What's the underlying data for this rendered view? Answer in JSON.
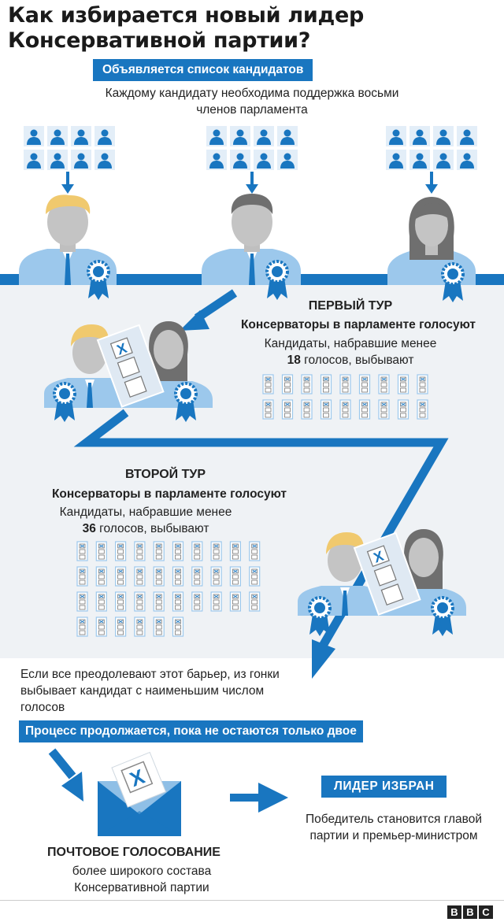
{
  "title": "Как избирается новый лидер Консервативной партии?",
  "step1": {
    "banner": "Объявляется список кандидатов",
    "note": "Каждому кандидату необходима поддержка восьми членов парламента",
    "supporters_per_candidate": 8,
    "candidates": 3
  },
  "round1": {
    "heading": "ПЕРВЫЙ ТУР",
    "subheading": "Консерваторы в парламенте голосуют",
    "text_before": "Кандидаты, набравшие менее",
    "threshold": "18",
    "text_after": "голосов, выбывают",
    "ballots": 18,
    "ballot_mark": "X"
  },
  "round2": {
    "heading": "ВТОРОЙ ТУР",
    "subheading": "Консерваторы в парламенте голосуют",
    "text_before": "Кандидаты, набравшие менее",
    "threshold": "36",
    "text_after": "голосов, выбывают",
    "ballots": 36,
    "ballot_mark": "X"
  },
  "barrier_note": "Если все преодолевают этот барьер, из гонки выбывает кандидат с наименьшим числом голосов",
  "process_banner": "Процесс продолжается, пока не остаются только двое",
  "postal": {
    "heading": "ПОЧТОВОЕ ГОЛОСОВАНИЕ",
    "text": "более широкого состава Консервативной партии",
    "ballot_mark": "X"
  },
  "leader": {
    "banner": "ЛИДЕР ИЗБРАН",
    "text": "Победитель становится главой партии и премьер-министром"
  },
  "logo": "BBC",
  "colors": {
    "blue": "#1976c0",
    "light_blue": "#8fbfe6",
    "suit": "#9cc8ec",
    "grey_bg": "#eff2f5",
    "face": "#bfbfbf",
    "dark_hair": "#6f6f6f",
    "blond_hair": "#f0c96e"
  }
}
